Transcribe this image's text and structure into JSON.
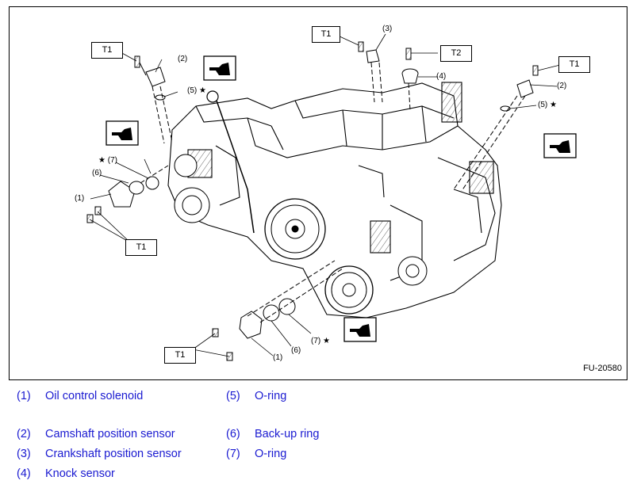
{
  "figure": {
    "id": "FU-20580",
    "torque_labels": [
      "T1",
      "T1",
      "T1",
      "T1",
      "T2",
      "T1"
    ],
    "callouts": [
      "(1)",
      "(2)",
      "(3)",
      "(4)",
      "(5) ★",
      "(6)",
      "★ (7)",
      "(2)",
      "(5) ★",
      "(1)",
      "(6)",
      "(7) ★"
    ]
  },
  "legend": {
    "items": [
      {
        "num": "(1)",
        "text": "Oil control solenoid"
      },
      {
        "num": "(2)",
        "text": "Camshaft position sensor"
      },
      {
        "num": "(3)",
        "text": "Crankshaft position sensor"
      },
      {
        "num": "(4)",
        "text": "Knock sensor"
      },
      {
        "num": "(5)",
        "text": "O-ring"
      },
      {
        "num": "(6)",
        "text": "Back-up ring"
      },
      {
        "num": "(7)",
        "text": "O-ring"
      }
    ]
  },
  "colors": {
    "legend_text": "#1a1ad1",
    "line": "#000000"
  },
  "icons": [
    "engine-oil-can-icon",
    "star-icon"
  ]
}
